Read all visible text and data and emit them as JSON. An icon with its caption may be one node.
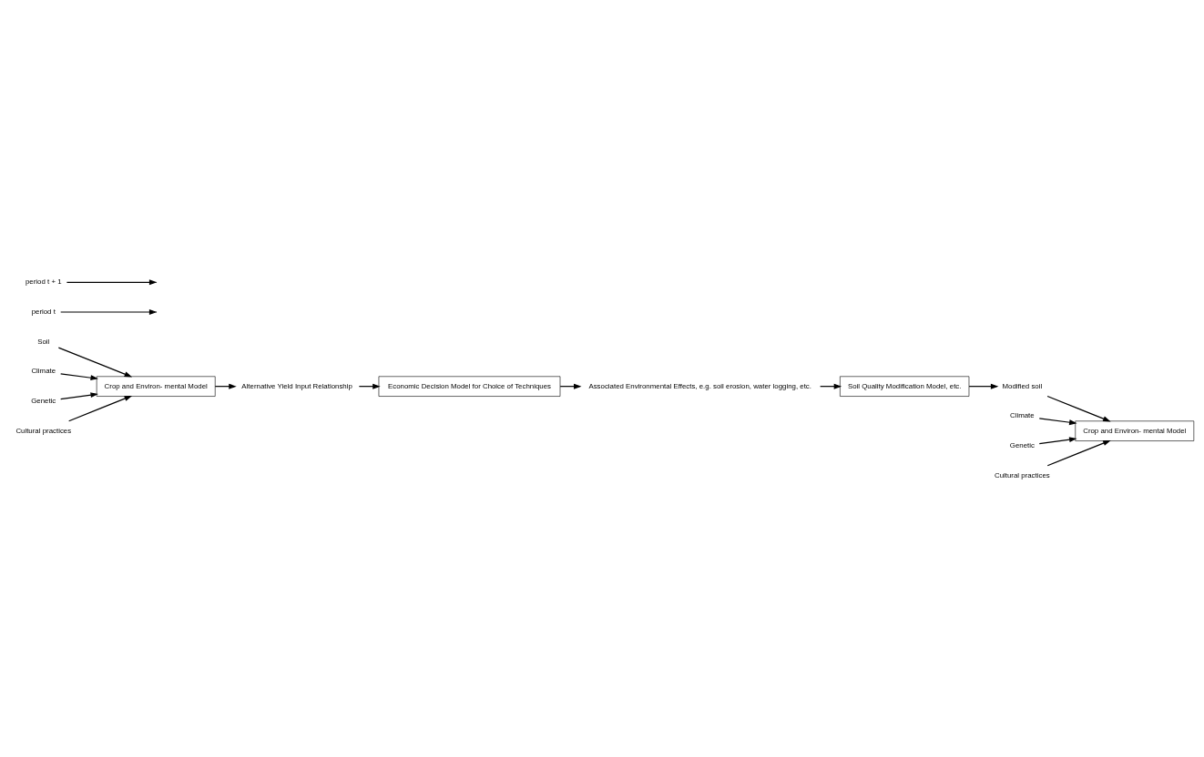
{
  "diagram": {
    "nodes": [
      {
        "text": [
          "Soil"
        ]
      },
      {
        "text": [
          "Climate"
        ]
      },
      {
        "text": [
          "Genetic"
        ]
      },
      {
        "text": [
          "Cultural practices"
        ]
      },
      {
        "text": [
          "Crop and Environ- mental Model"
        ]
      },
      {
        "text": [
          "Alternative Yield Input Relationship"
        ]
      },
      {
        "text": [
          "Economic Decision Model for Choice of Techniques"
        ]
      },
      {
        "text": [
          "Associated Environmental Effects, e.g. soil erosion, water logging, etc."
        ]
      },
      {
        "text": [
          "Soil Quality Modification Model, etc."
        ]
      },
      {
        "text": [
          "Modified soil"
        ]
      },
      {
        "text": [
          "Climate"
        ]
      },
      {
        "text": [
          "Genetic"
        ]
      },
      {
        "text": [
          "Cultural practices"
        ]
      },
      {
        "text": [
          "Crop and Environ- mental Model"
        ]
      },
      {
        "text": [
          "period t"
        ]
      },
      {
        "text": [
          "period t + 1"
        ]
      }
    ],
    "edges": [
      {
        "from": 0,
        "to": 4,
        "arrow": "to"
      },
      {
        "from": 1,
        "to": 4,
        "arrow": "to"
      },
      {
        "from": 2,
        "to": 4,
        "arrow": "to"
      },
      {
        "from": 3,
        "to": 4,
        "arrow": "to"
      },
      {
        "from": 4,
        "to": 5,
        "arrow": "to"
      },
      {
        "from": 5,
        "to": 6,
        "arrow": "to"
      },
      {
        "from": 6,
        "to": 7,
        "arrow": "to"
      },
      {
        "from": 7,
        "to": 8,
        "arrow": "to"
      },
      {
        "from": 8,
        "to": 9,
        "arrow": "to"
      },
      {
        "from": 9,
        "to": 13,
        "arrow": "to"
      },
      {
        "from": 10,
        "to": 13,
        "arrow": "to"
      },
      {
        "from": 11,
        "to": 13,
        "arrow": "to"
      },
      {
        "from": 12,
        "to": 13,
        "arrow": "to"
      },
      {
        "from": 14,
        "to": null,
        "arrow": "to"
      },
      {
        "from": 15,
        "to": null,
        "arrow": "to"
      }
    ]
  }
}
